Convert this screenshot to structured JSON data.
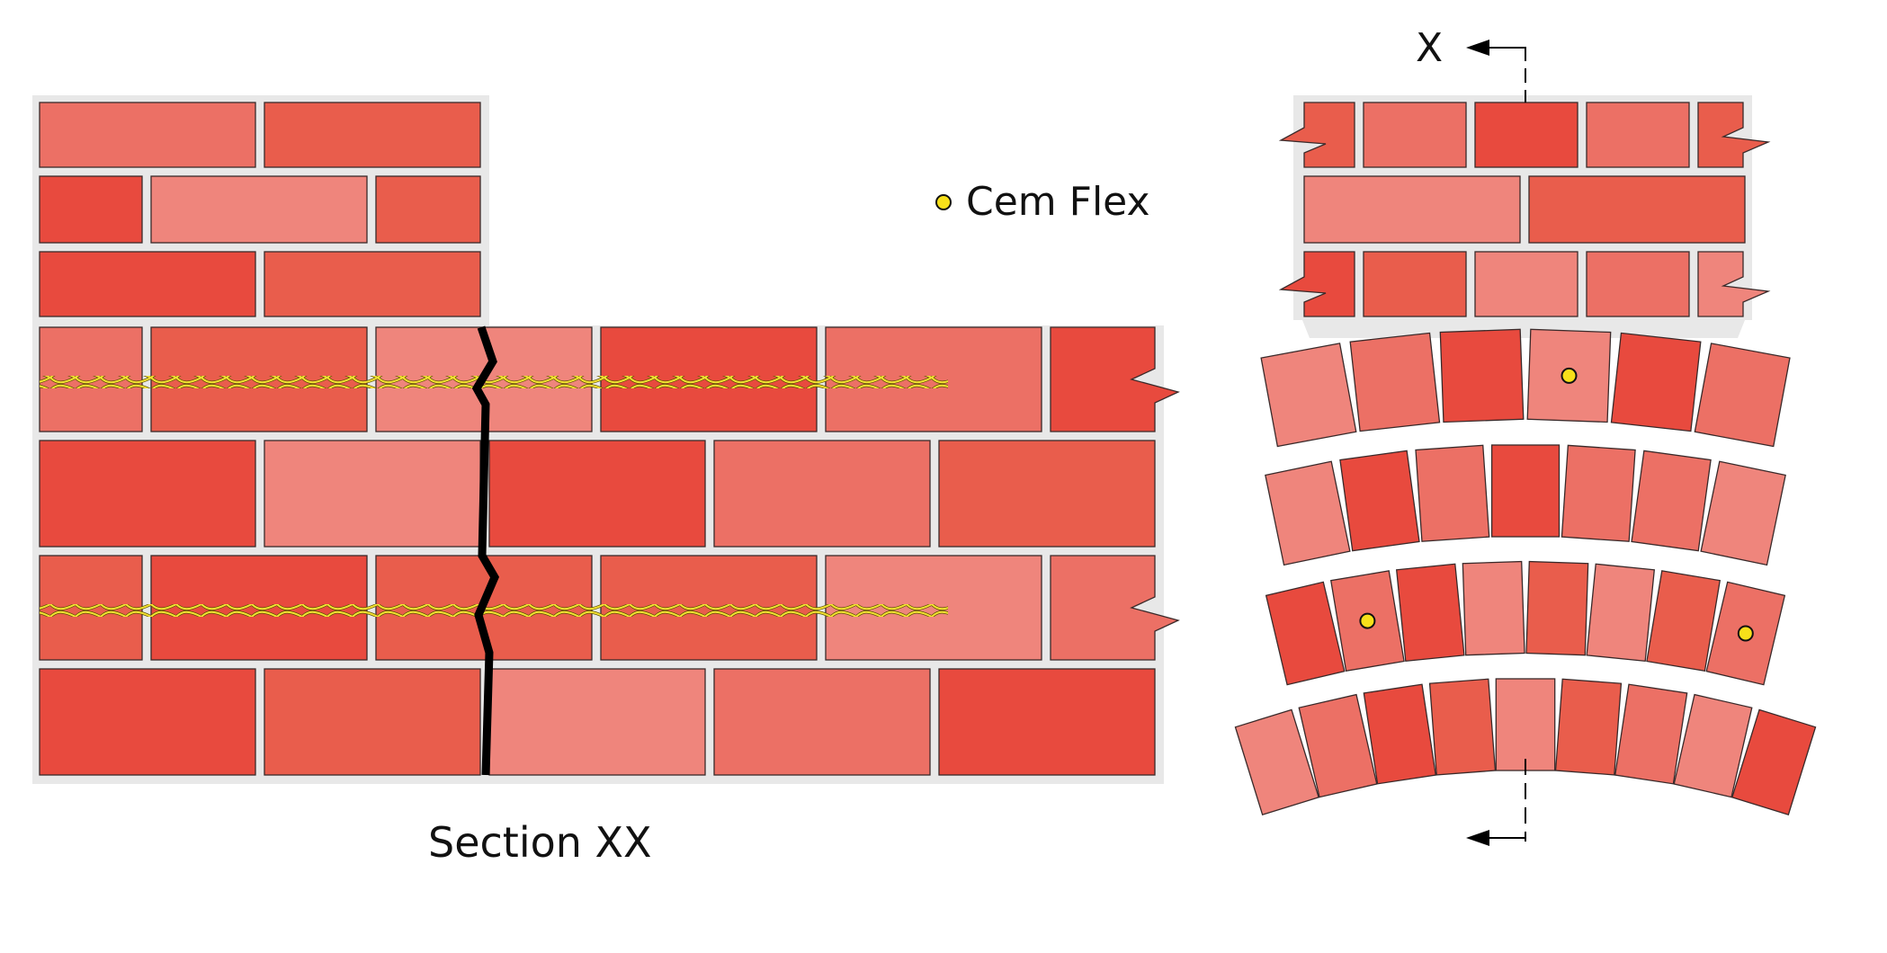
{
  "legend": {
    "label": "Cem Flex"
  },
  "section_label": "Section XX",
  "section_marker": "X",
  "colors": {
    "dark": "#E84A3E",
    "mid": "#E95D4C",
    "light": "#EC7065",
    "pale": "#EF857C",
    "mortar": "#E8E8E8",
    "crack": "#000000",
    "tie_yellow": "#F4E233",
    "tie_outline": "#8A7A00",
    "marker_yellow": "#F7E01A"
  }
}
